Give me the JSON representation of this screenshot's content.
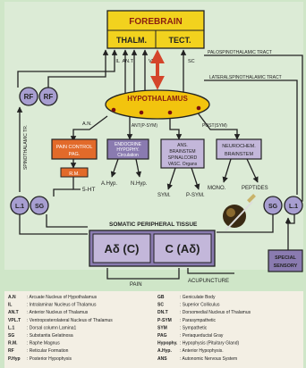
{
  "forebrain": {
    "title": "FOREBRAIN",
    "thalamus": "THALM.",
    "tectum": "TECT."
  },
  "hypothalamus": "HYPOTHALAMUS",
  "tracts": {
    "paleo": "PALOSPINOTHALAMIC TRACT",
    "lateral": "LATERALSPINOTHALAMIC TRACT",
    "spinothal": "SPINOTHALAMIC TR."
  },
  "top_labels": [
    "IL",
    "AN.T",
    "VPL.T",
    "SC"
  ],
  "path_labels": {
    "an": "A.N.",
    "antp_sym": "ANT(P-SYM)",
    "post_sym": "POST(SYM)"
  },
  "nodes": {
    "rf_left": "RF",
    "rf_right": "RF",
    "pain_control": [
      "PAIN CONTROL",
      "PAG."
    ],
    "endocrine": [
      "ENDOCRINE",
      "HYPOPHY.",
      "Circulation"
    ],
    "ans": [
      "ANS.",
      "BRAINSTEM",
      "SPINALCORD",
      "VASC. Organs"
    ],
    "neurochem": [
      "NEUROCHEM.",
      "BRAINSTEM"
    ],
    "rm": "R.M.",
    "l1_left": "L.1",
    "sg_left": "SG",
    "sg_right": "SG",
    "l1_right": "L.1"
  },
  "outputs": {
    "serotonin": "5-HT",
    "ahyp": "A.Hyp.",
    "nhyp": "N.Hyp.",
    "sym": "SYM.",
    "psym": "P-SYM.",
    "mono": "MONO.",
    "peptides": "PEPTIDES"
  },
  "somatic": {
    "title": "SOMATIC PERIPHERAL TISSUE",
    "a_delta": "Aδ (C)",
    "c_a": "C (Aδ)"
  },
  "bottom_labels": {
    "pain": "PAIN",
    "acupuncture": "ACUPUNCTURE"
  },
  "special_sensory": [
    "SPECIAL",
    "SENSORY"
  ],
  "colors": {
    "forebrain": "#f2d21e",
    "hypothalamus": "#f2c40e",
    "pain": "#e26a2a",
    "purple": "#8a7bb0",
    "lavender": "#c3b7da",
    "red_arrow": "#d4452b",
    "nodes": "#a79ed0"
  },
  "legend_left": [
    {
      "abbr": "A.N",
      "text": ": Arcuate Nucleus of Hypothalamus"
    },
    {
      "abbr": "IL",
      "text": ": Intralaminar Nucleus of Thalamus"
    },
    {
      "abbr": "AN.T",
      "text": ": Anterior Nucleus of Thalamus"
    },
    {
      "abbr": "VPL.T",
      "text": ": Ventroposterolateral Nucleus of Thalamus"
    },
    {
      "abbr": "L.1",
      "text": ": Dorsal column Lamina1"
    },
    {
      "abbr": "SG",
      "text": ": Substantia Gelatinosa"
    },
    {
      "abbr": "R.M.",
      "text": ": Raphe Magnus"
    },
    {
      "abbr": "RF",
      "text": ": Reticular Formation"
    },
    {
      "abbr": "P.Hyp",
      "text": ": Posterior Hypophysis"
    }
  ],
  "legend_right": [
    {
      "abbr": "GB",
      "text": ": Geniculate Body"
    },
    {
      "abbr": "SC",
      "text": ": Superior Colliculus"
    },
    {
      "abbr": "DN.T",
      "text": ": Dorsomedial Nucleus of Thalamus"
    },
    {
      "abbr": "P-SYM",
      "text": ": Parasympathetic"
    },
    {
      "abbr": "SYM",
      "text": ": Sympathetic"
    },
    {
      "abbr": "PAG",
      "text": ": Periaqueductal Gray"
    },
    {
      "abbr": "Hypophy.",
      "text": ": Hypophysis (Pituitary Gland)"
    },
    {
      "abbr": "A.Hyp.",
      "text": ": Anterior Hypophysis."
    },
    {
      "abbr": "ANS",
      "text": ": Autonomic Nervous System"
    }
  ]
}
